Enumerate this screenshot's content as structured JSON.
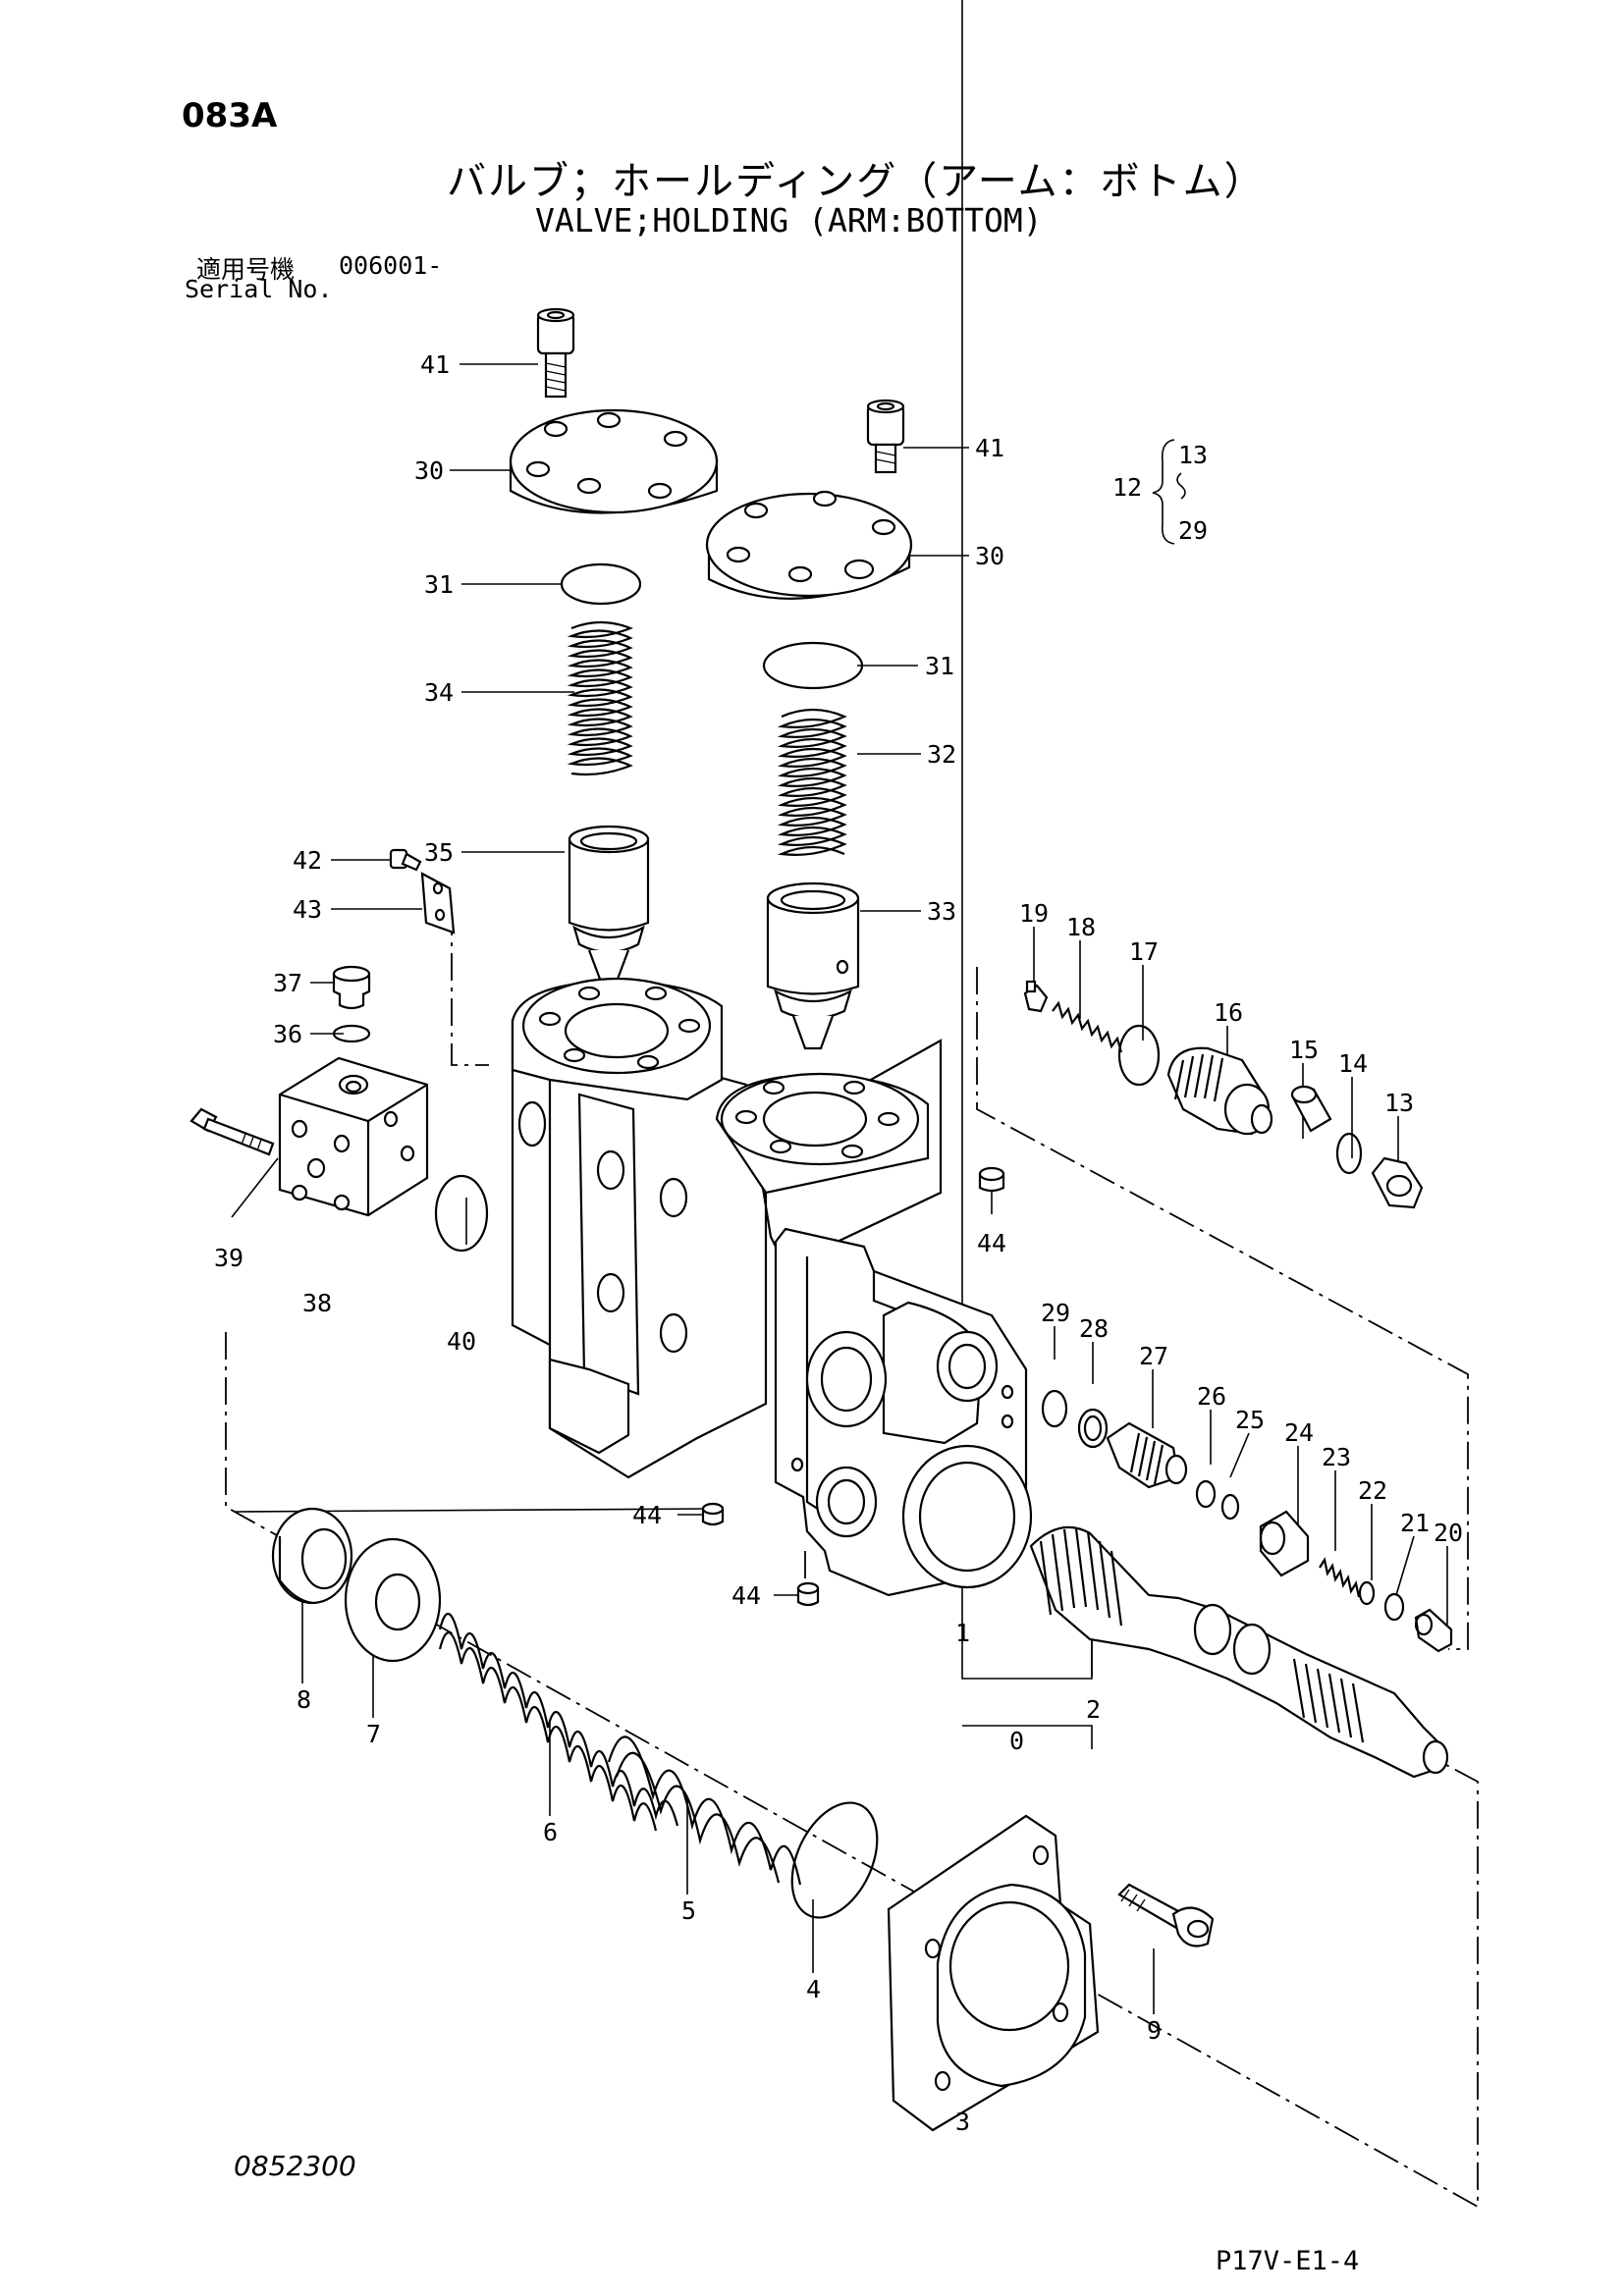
{
  "header": {
    "page_code": "083A",
    "title_jp": "バルブ；ホールディング（アーム：ボトム）",
    "title_en": "VALVE;HOLDING (ARM:BOTTOM)",
    "serial_label_jp": "適用号機",
    "serial_value": "006001-",
    "serial_label_en": "Serial No."
  },
  "footer": {
    "drawing_number": "0852300",
    "sheet_code": "P17V-E1-4"
  },
  "group_bracket": {
    "group": "12",
    "from": "13",
    "to": "29"
  },
  "callouts": {
    "c41a": "41",
    "c30a": "30",
    "c31a": "31",
    "c34": "34",
    "c35": "35",
    "c41b": "41",
    "c30b": "30",
    "c31b": "31",
    "c32": "32",
    "c33": "33",
    "c42": "42",
    "c43": "43",
    "c37": "37",
    "c36": "36",
    "c39": "39",
    "c38": "38",
    "c40": "40",
    "c19": "19",
    "c18": "18",
    "c17": "17",
    "c16": "16",
    "c15": "15",
    "c14": "14",
    "c13": "13",
    "c44a": "44",
    "c44b": "44",
    "c44c": "44",
    "c29": "29",
    "c28": "28",
    "c27": "27",
    "c26": "26",
    "c25": "25",
    "c24": "24",
    "c23": "23",
    "c22": "22",
    "c21": "21",
    "c20": "20",
    "c1": "1",
    "c2": "2",
    "c0": "0",
    "c8": "8",
    "c7": "7",
    "c6": "6",
    "c5": "5",
    "c4": "4",
    "c3": "3",
    "c9": "9"
  }
}
